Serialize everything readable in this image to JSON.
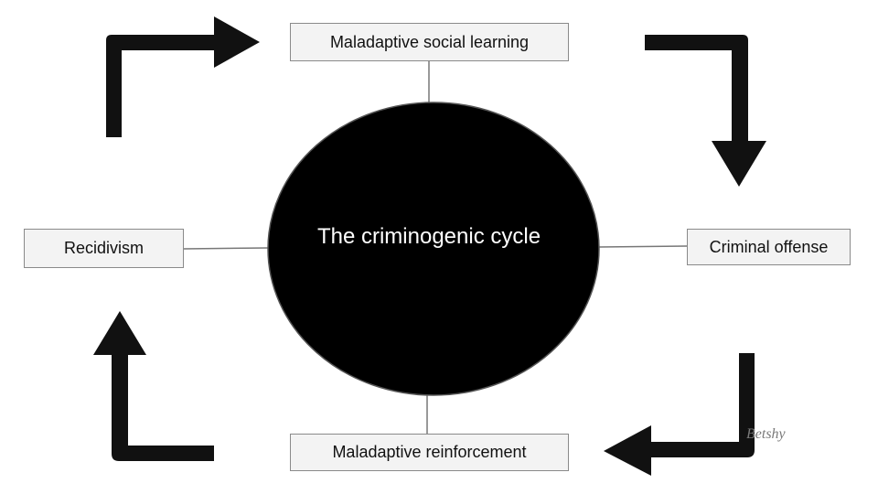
{
  "diagram": {
    "center": "The criminogenic cycle",
    "nodes": {
      "top": "Maladaptive social learning",
      "right": "Criminal offense",
      "bottom": "Maladaptive reinforcement",
      "left": "Recidivism"
    },
    "flow_direction": "clockwise",
    "colors": {
      "circle": "#000000",
      "arrow": "#111111",
      "box_fill": "#f3f3f3",
      "box_border": "#8a8a8a",
      "connector": "#777777"
    }
  },
  "watermark": "Betshy"
}
